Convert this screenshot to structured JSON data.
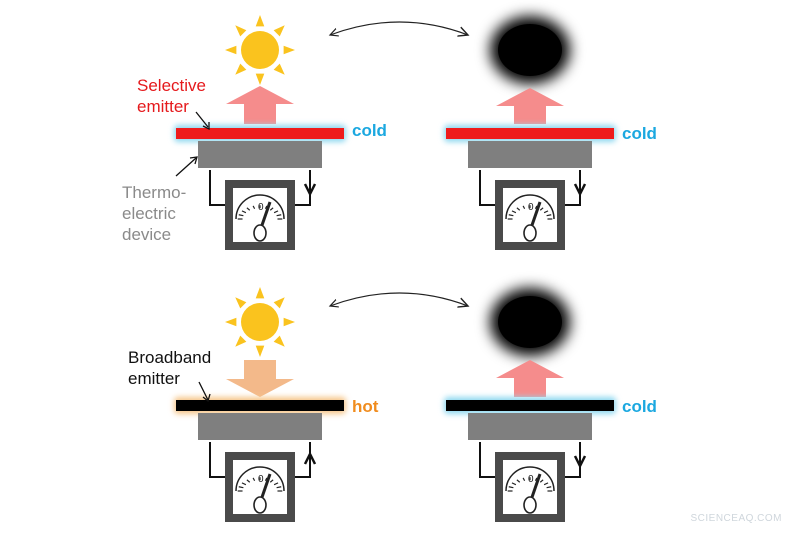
{
  "colors": {
    "selective_emitter": "#ee1c1c",
    "broadband_emitter": "#000000",
    "cold_text": "#1ba8e0",
    "hot_text": "#f08c1e",
    "cold_glow": "#8fd8f0",
    "hot_glow": "#f6c68a",
    "up_arrow": "#f58c8c",
    "down_arrow": "#f3b98a",
    "thermo_device": "#7f7f7f",
    "meter_body": "#4a4a4a",
    "sun": "#fac31e",
    "moon": "#f3e07a"
  },
  "labels": {
    "selective_emitter_line1": "Selective",
    "selective_emitter_line2": "emitter",
    "thermo_line1": "Thermo-",
    "thermo_line2": "electric",
    "thermo_line3": "device",
    "broadband_line1": "Broadband",
    "broadband_line2": "emitter",
    "cold": "cold",
    "hot": "hot",
    "meter_zero": "0",
    "watermark": "SCIENCEAQ.COM"
  },
  "panels": [
    {
      "id": "top-day",
      "sky": "sun",
      "emitter": "selective",
      "state": "cold",
      "heat_flow": "up",
      "current": "down"
    },
    {
      "id": "top-night",
      "sky": "moon",
      "emitter": "selective",
      "state": "cold",
      "heat_flow": "up",
      "current": "down"
    },
    {
      "id": "bottom-day",
      "sky": "sun",
      "emitter": "broadband",
      "state": "hot",
      "heat_flow": "down",
      "current": "up"
    },
    {
      "id": "bottom-night",
      "sky": "moon",
      "emitter": "broadband",
      "state": "cold",
      "heat_flow": "up",
      "current": "down"
    }
  ],
  "icons": [
    "sun-icon",
    "moon-icon",
    "meter-icon",
    "arrow-up-icon",
    "arrow-down-icon",
    "double-arrow-icon"
  ]
}
